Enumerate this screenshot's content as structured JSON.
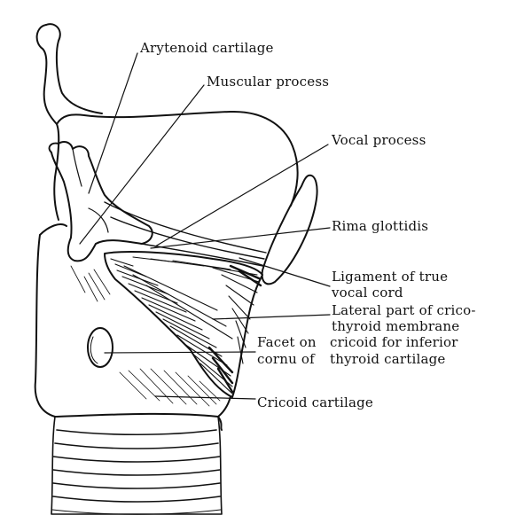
{
  "labels": {
    "arytenoid": "Arytenoid cartilage",
    "muscular": "Muscular process",
    "vocal_process": "Vocal process",
    "rima": "Rima glottidis",
    "ligament_1": "Ligament of true",
    "ligament_2": "vocal cord",
    "lateral_1": "Lateral part of crico-",
    "lateral_2": "thyroid membrane",
    "facet_left_1": "Facet on",
    "facet_left_2": "cornu of",
    "facet_right_1": "cricoid for inferior",
    "facet_right_2": "thyroid cartilage",
    "cricoid": "Cricoid cartilage"
  },
  "colors": {
    "ink": "#111111",
    "paper": "#ffffff"
  }
}
